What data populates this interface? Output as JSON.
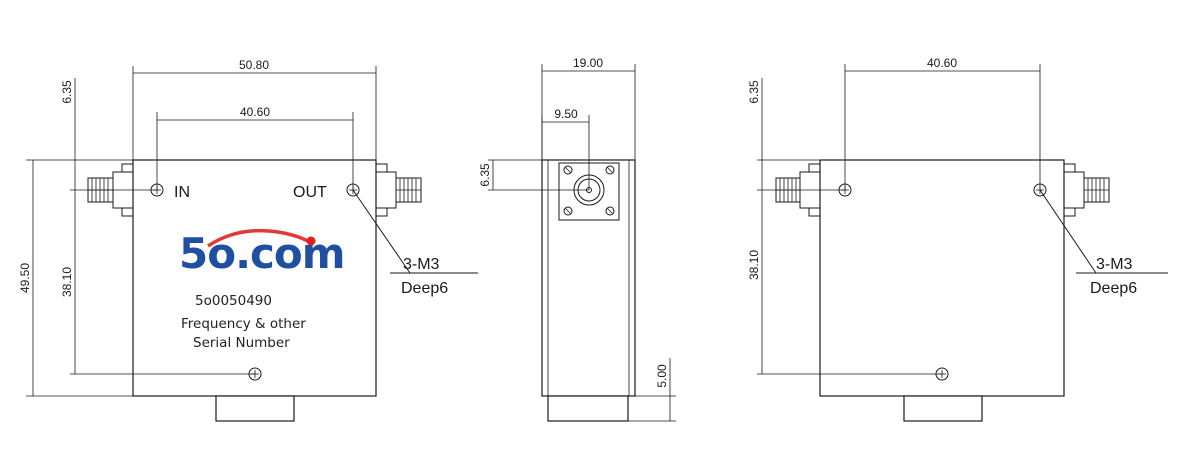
{
  "colors": {
    "logo_blue": "#1f4fa3",
    "logo_dot_red": "#e02020",
    "logo_swoosh_red": "#e53935",
    "line": "#1a1a1a"
  },
  "front_view": {
    "dims": {
      "overall_width": "50.80",
      "hole_spacing": "40.60",
      "height": "49.50",
      "top_offset": "6.35",
      "hole_vertical": "38.10"
    },
    "port_in": "IN",
    "port_out": "OUT",
    "thread_spec": "3-M3",
    "thread_depth": "Deep6",
    "logo_text": "5o.com",
    "model": "5o0050490",
    "note_line1": "Frequency & other",
    "note_line2": "Serial Number"
  },
  "side_view": {
    "dims": {
      "width": "19.00",
      "connector_center": "9.50",
      "connector_height": "6.35",
      "base_height": "5.00"
    }
  },
  "rear_view": {
    "dims": {
      "hole_spacing": "40.60",
      "top_offset": "6.35",
      "hole_vertical": "38.10"
    },
    "thread_spec": "3-M3",
    "thread_depth": "Deep6"
  }
}
